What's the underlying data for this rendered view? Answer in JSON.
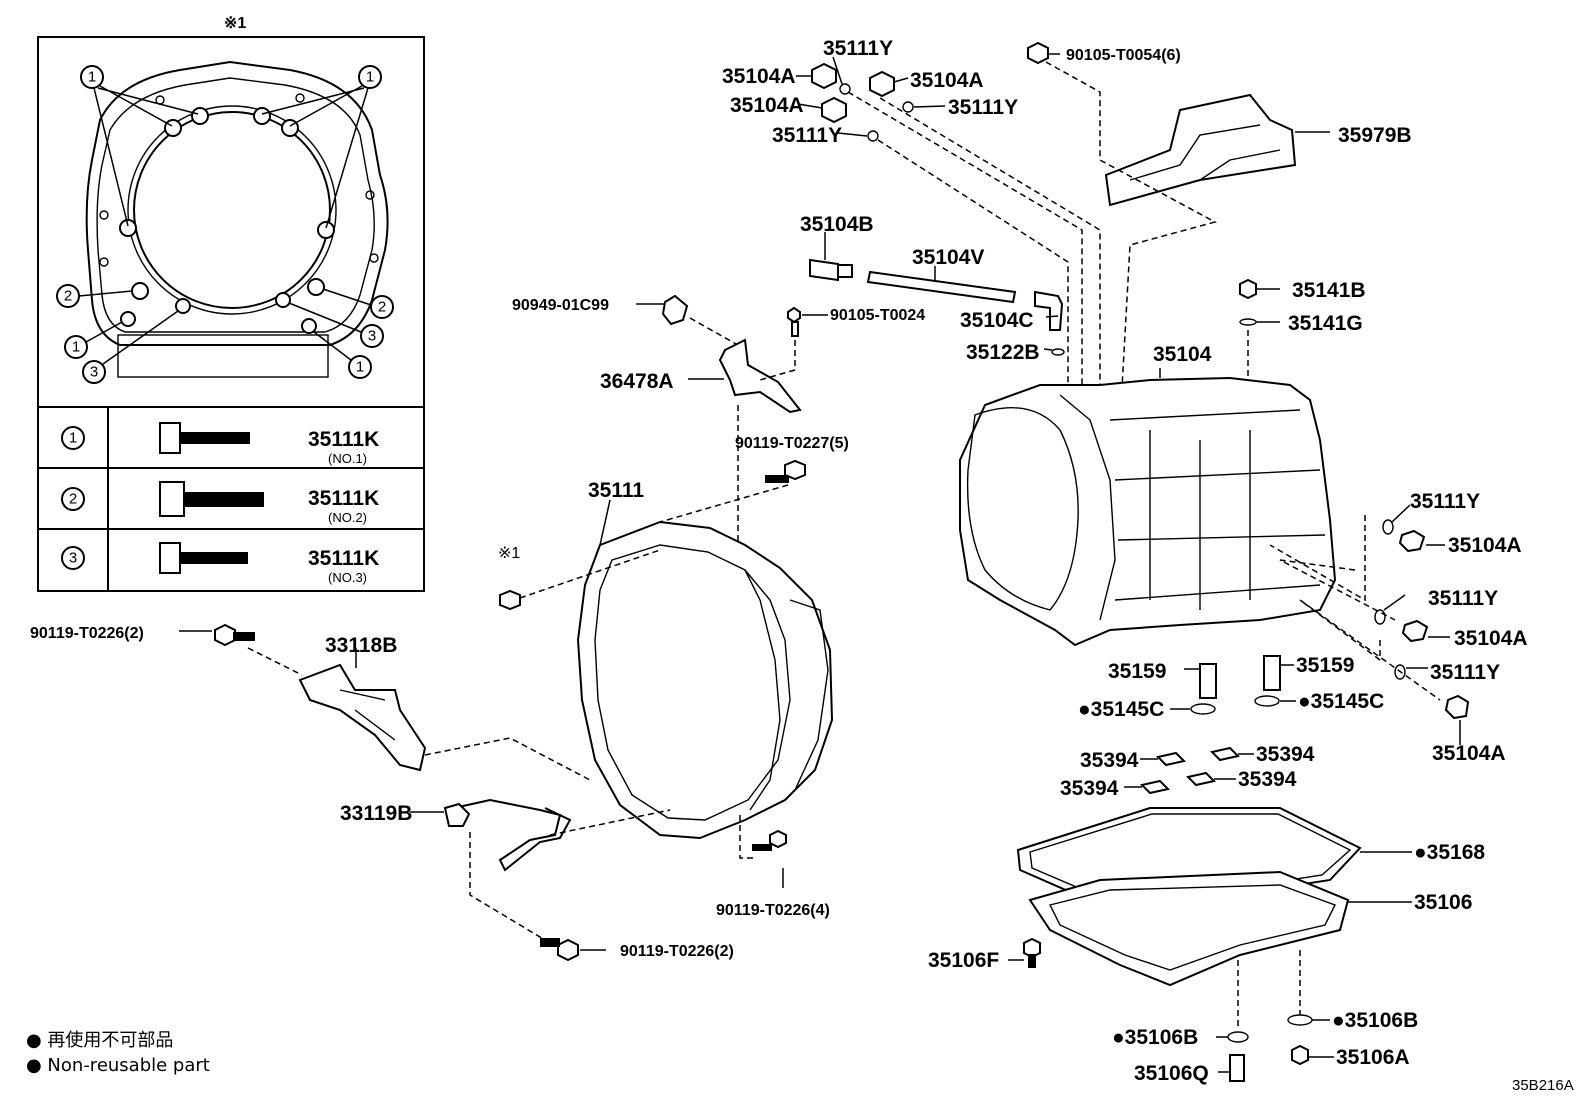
{
  "inset": {
    "note_mark": "※1",
    "callouts": [
      "1",
      "2",
      "3"
    ],
    "table": [
      {
        "callout": "1",
        "part": "35111K",
        "sub": "(NO.1)"
      },
      {
        "callout": "2",
        "part": "35111K",
        "sub": "(NO.2)"
      },
      {
        "callout": "3",
        "part": "35111K",
        "sub": "(NO.3)"
      }
    ]
  },
  "labels": {
    "p35111Y_top": "35111Y",
    "p90105_T0054": "90105-T0054(6)",
    "p35104A_tl": "35104A",
    "p35104A_tr": "35104A",
    "p35104A_ml": "35104A",
    "p35111Y_mr": "35111Y",
    "p35111Y_ml": "35111Y",
    "p35979B": "35979B",
    "p35104B": "35104B",
    "p35104V": "35104V",
    "p90949_01C99": "90949-01C99",
    "p90105_T0024": "90105-T0024",
    "p35104C": "35104C",
    "p35141B": "35141B",
    "p35141G": "35141G",
    "p35122B": "35122B",
    "p35104": "35104",
    "p36478A": "36478A",
    "p90119_T0227": "90119-T0227(5)",
    "p35111": "35111",
    "p35111Y_r1": "35111Y",
    "p35104A_r1": "35104A",
    "ref_mark": "※1",
    "p35111Y_r2": "35111Y",
    "p35104A_r2": "35104A",
    "p35111Y_r3": "35111Y",
    "p35104A_r3": "35104A",
    "p90119_T0226_l": "90119-T0226(2)",
    "p33118B": "33118B",
    "p35159_l": "35159",
    "p35159_r": "35159",
    "p35145C_l": "●35145C",
    "p35145C_r": "●35145C",
    "p35394_a": "35394",
    "p35394_b": "35394",
    "p35394_c": "35394",
    "p35394_d": "35394",
    "p33119B": "33119B",
    "p35168": "●35168",
    "p35106": "35106",
    "p90119_T0226_4": "90119-T0226(4)",
    "p35106F": "35106F",
    "p90119_T0226_b": "90119-T0226(2)",
    "p35106B_r": "●35106B",
    "p35106B_l": "●35106B",
    "p35106A": "35106A",
    "p35106Q": "35106Q"
  },
  "legend": {
    "jp": "● 再使用不可部品",
    "en": "● Non-reusable part"
  },
  "figure_code": "35B216A"
}
